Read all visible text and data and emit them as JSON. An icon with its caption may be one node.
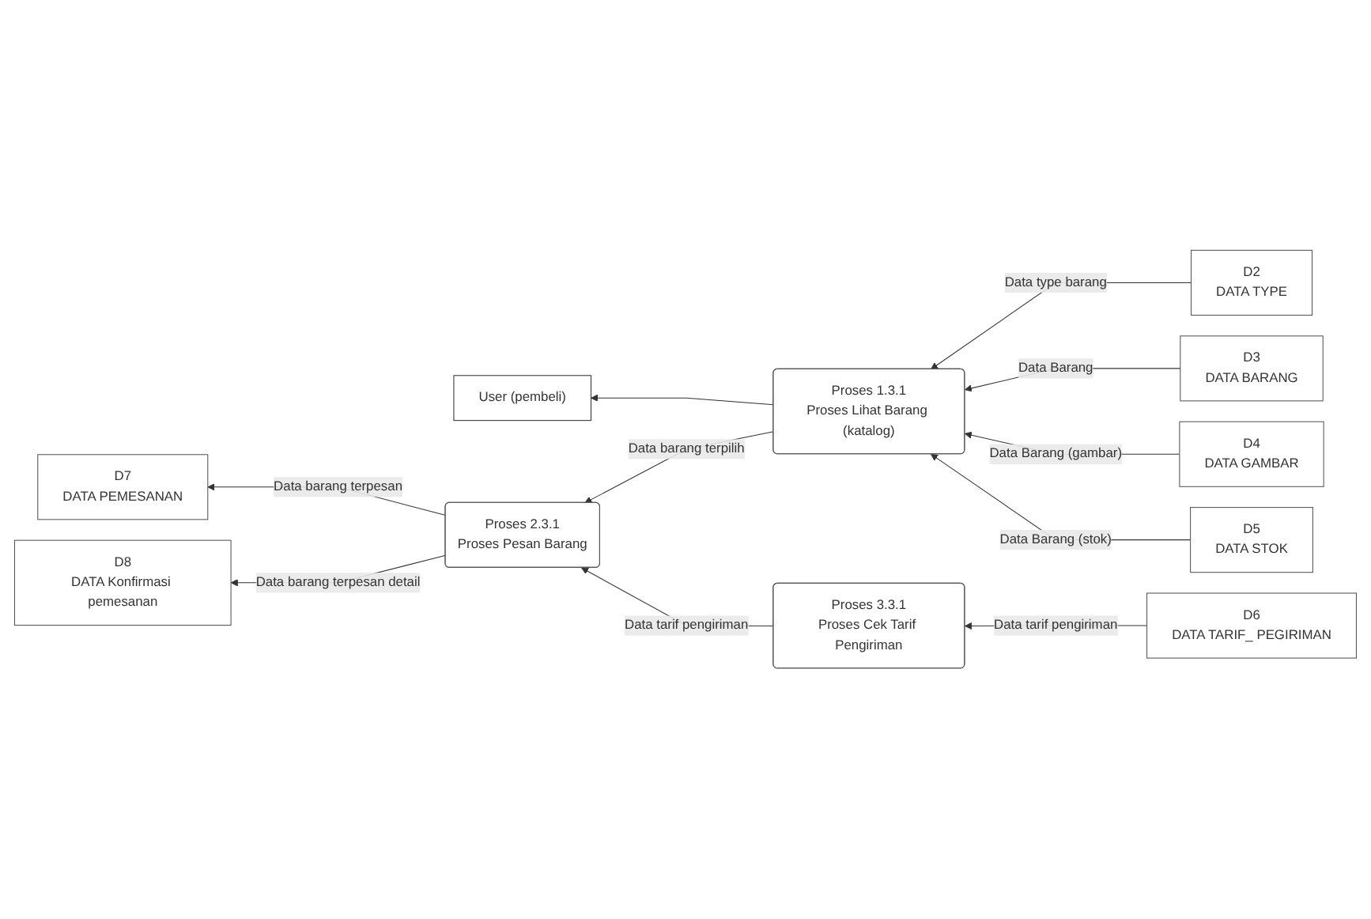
{
  "diagram": {
    "nodes": [
      {
        "text": [
          "User (pembeli)"
        ]
      },
      {
        "text": [
          "Proses 1.3.1",
          "Proses Lihat Barang (katalog)"
        ]
      },
      {
        "text": [
          "D2",
          "DATA TYPE"
        ]
      },
      {
        "text": [
          "D3",
          "DATA BARANG"
        ]
      },
      {
        "text": [
          "D4",
          "DATA GAMBAR"
        ]
      },
      {
        "text": [
          "Proses 2.3.1",
          "Proses Pesan Barang"
        ]
      },
      {
        "text": [
          "Proses 3.3.1",
          "Proses Cek Tarif Pengiriman"
        ]
      },
      {
        "text": [
          "D5",
          "DATA STOK"
        ]
      },
      {
        "text": [
          "D6",
          "DATA TARIF_ PEGIRIMAN"
        ]
      },
      {
        "text": [
          "D7",
          "DATA PEMESANAN"
        ]
      },
      {
        "text": [
          "D8",
          "DATA Konfirmasi pemesanan"
        ]
      }
    ],
    "edges": [
      {
        "from": 1,
        "to": 0,
        "arrow": "to"
      },
      {
        "from": 2,
        "to": 1,
        "arrow": "to",
        "label": "Data type barang"
      },
      {
        "from": 3,
        "to": 1,
        "arrow": "to",
        "label": "Data Barang"
      },
      {
        "from": 4,
        "to": 1,
        "arrow": "to",
        "label": "Data Barang (gambar)"
      },
      {
        "from": 7,
        "to": 1,
        "arrow": "to",
        "label": "Data Barang (stok)"
      },
      {
        "from": 1,
        "to": 5,
        "arrow": "to",
        "label": "Data barang terpilih"
      },
      {
        "from": 6,
        "to": 5,
        "arrow": "to",
        "label": "Data tarif pengiriman"
      },
      {
        "from": 8,
        "to": 6,
        "arrow": "to",
        "label": "Data tarif pengiriman"
      },
      {
        "from": 5,
        "to": 9,
        "arrow": "to",
        "label": "Data barang terpesan"
      },
      {
        "from": 5,
        "to": 10,
        "arrow": "to",
        "label": "Data barang terpesan detail"
      }
    ]
  }
}
